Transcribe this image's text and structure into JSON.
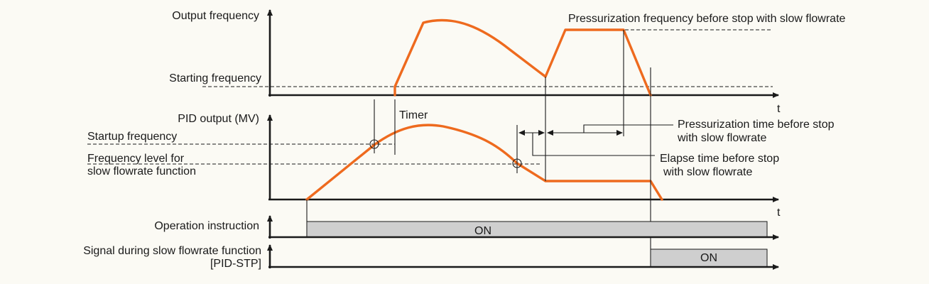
{
  "labels": {
    "output_frequency": "Output frequency",
    "starting_frequency": "Starting frequency",
    "pressurization_frequency": "Pressurization frequency before stop with slow flowrate",
    "pid_output": "PID output (MV)",
    "timer": "Timer",
    "startup_frequency": "Startup frequency",
    "freq_level_line1": "Frequency level for",
    "freq_level_line2": "slow flowrate function",
    "pressurization_time_line1": "Pressurization time before stop",
    "pressurization_time_line2": "with slow flowrate",
    "elapse_time_line1": "Elapse time before stop",
    "elapse_time_line2": "with slow flowrate",
    "operation_instruction": "Operation instruction",
    "signal_line1": "Signal during slow flowrate function",
    "signal_line2": "[PID-STP]",
    "axis_t1": "t",
    "axis_t2": "t",
    "on_operation": "ON",
    "on_signal": "ON"
  },
  "colors": {
    "curve": "#ee6a1e",
    "on_fill": "#cfcfcf",
    "ink": "#1a1a1a",
    "background": "#fbfaf4"
  }
}
